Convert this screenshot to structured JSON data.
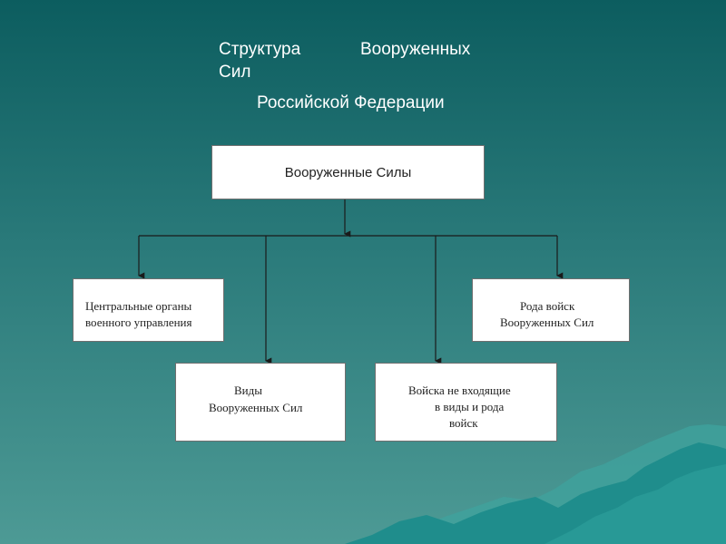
{
  "slide": {
    "title": {
      "line1_word1": "Структура",
      "line1_word2": "Вооруженных",
      "line2": "Сил",
      "line3": "Российской Федерации"
    }
  },
  "diagram": {
    "root": "Вооруженные Силы",
    "nodes": {
      "central_organs": {
        "line1": "Центральные органы",
        "line2": "военного управления"
      },
      "branches": {
        "line1": "Виды",
        "line2": "Вооруженных Сил"
      },
      "other_troops": {
        "line1": "Войска не входящие",
        "line2": "в виды и рода",
        "line3": "войск"
      },
      "arms": {
        "line1": "Рода войск",
        "line2": "Вооруженных Сил"
      }
    }
  },
  "colors": {
    "background_top": "#0c5d5f",
    "background_bottom": "#4d9a95",
    "box_fill": "#ffffff",
    "connector": "#1a1a1a"
  }
}
